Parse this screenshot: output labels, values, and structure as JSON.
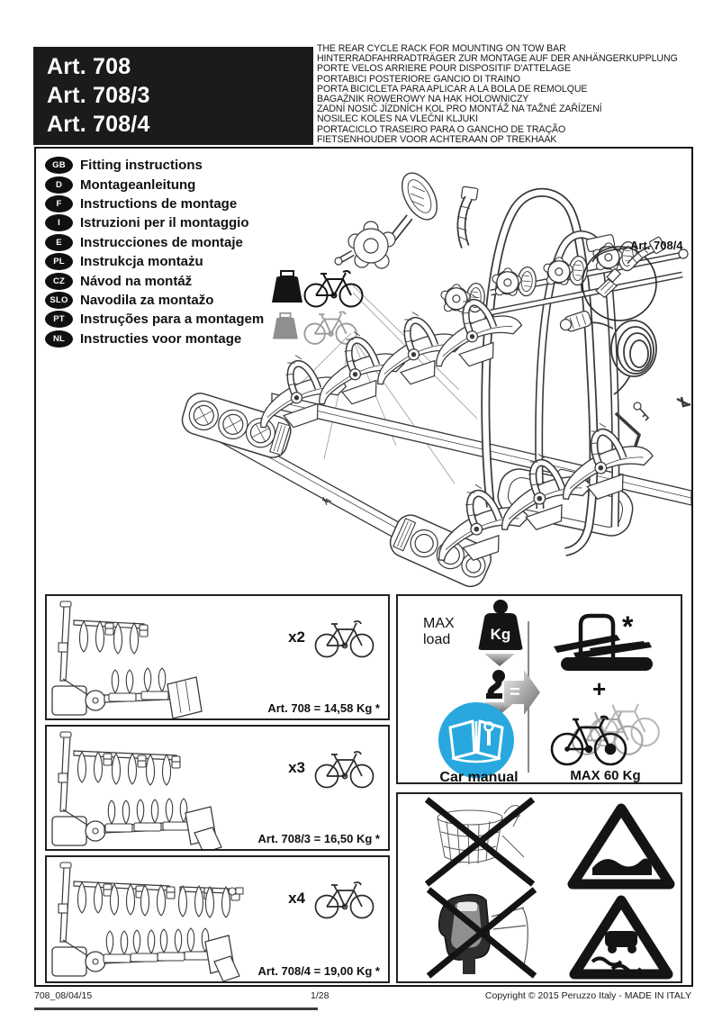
{
  "header": {
    "articles": [
      "Art. 708",
      "Art. 708/3",
      "Art. 708/4"
    ],
    "titles": [
      "THE REAR CYCLE RACK FOR MOUNTING ON TOW BAR",
      "HINTERRADFAHRRADTRÄGER ZUR MONTAGE AUF DER ANHÄNGERKUPPLUNG",
      "PORTE VELOS ARRIERE POUR DISPOSITIF D'ATTELAGE",
      "PORTABICI POSTERIORE GANCIO DI TRAINO",
      "PORTA BICICLETA PARA APLICAR A LA BOLA DE REMOLQUE",
      "BAGAŻNIK ROWEROWY NA HAK HOLOWNICZY",
      "ZADNÍ NOSIČ JÍZDNÍCH KOL PRO MONTÁŽ NA TAŽNÉ ZAŘÍZENÍ",
      "NOSILEC KOLES NA VLEČNI KLJUKI",
      "PORTACICLO TRASEIRO PARA O GANCHO DE TRAÇÃO",
      "FIETSENHOUDER VOOR ACHTERAAN OP TREKHAAK"
    ]
  },
  "languages": [
    {
      "code": "GB",
      "label": "Fitting instructions"
    },
    {
      "code": "D",
      "label": "Montageanleitung"
    },
    {
      "code": "F",
      "label": "Instructions de montage"
    },
    {
      "code": "I",
      "label": "Istruzioni per il montaggio"
    },
    {
      "code": "E",
      "label": "Instrucciones de montaje"
    },
    {
      "code": "PL",
      "label": "Instrukcja montażu"
    },
    {
      "code": "CZ",
      "label": "Návod na montáž"
    },
    {
      "code": "SLO",
      "label": "Navodila za montažo"
    },
    {
      "code": "PT",
      "label": "Instruções para a montagem"
    },
    {
      "code": "NL",
      "label": "Instructies voor montage"
    }
  ],
  "diagram": {
    "callout": "Art. 708/4"
  },
  "variant_boxes": [
    {
      "multiplier": "x2",
      "weight_label": "Art. 708 = 14,58 Kg *"
    },
    {
      "multiplier": "x3",
      "weight_label": "Art. 708/3 = 16,50 Kg *"
    },
    {
      "multiplier": "x4",
      "weight_label": "Art. 708/4 = 19,00 Kg *"
    }
  ],
  "load_box": {
    "max_line1": "MAX",
    "max_line2": "load",
    "kg": "Kg",
    "equals": "=",
    "asterisk": "*",
    "plus": "+",
    "car_manual": "Car manual",
    "max_total": "MAX 60 Kg"
  },
  "footer": {
    "doc_code": "708_08/04/15",
    "page": "1/28",
    "copyright": "Copyright ©  2015 Peruzzo Italy - MADE IN ITALY"
  },
  "colors": {
    "accent_blue": "#29a8df",
    "black": "#111111",
    "gray": "#8f8f8f"
  }
}
